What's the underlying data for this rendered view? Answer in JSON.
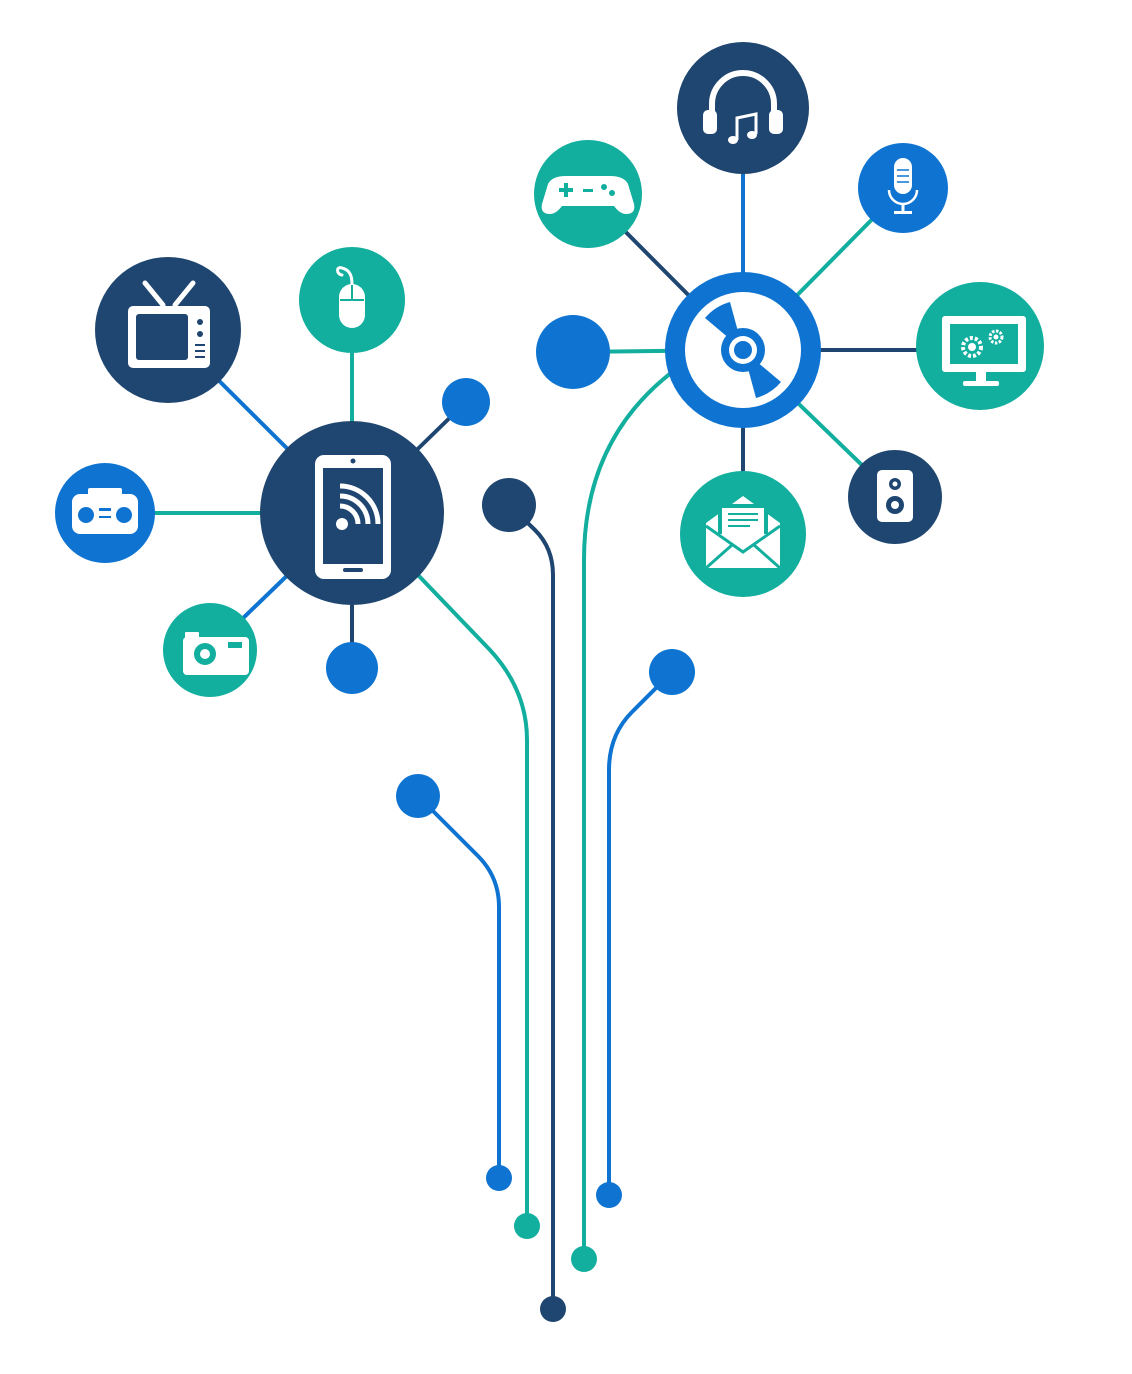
{
  "colors": {
    "navy": "#1f4670",
    "blue": "#0f74d1",
    "teal": "#12ae9e",
    "white": "#ffffff",
    "background": "#ffffff"
  },
  "hubs": [
    {
      "name": "mobile-hub",
      "icon": "smartphone-wireless-icon",
      "color": "navy"
    },
    {
      "name": "media-hub",
      "icon": "disc-icon",
      "color": "blue"
    }
  ],
  "mobile_hub_devices": [
    {
      "name": "tv",
      "icon": "tv-icon",
      "color": "navy"
    },
    {
      "name": "mouse",
      "icon": "mouse-icon",
      "color": "teal"
    },
    {
      "name": "radio",
      "icon": "radio-icon",
      "color": "blue"
    },
    {
      "name": "camera",
      "icon": "camera-icon",
      "color": "teal"
    },
    {
      "name": "dot-top-right",
      "icon": "",
      "color": "blue"
    },
    {
      "name": "dot-bottom",
      "icon": "",
      "color": "blue"
    }
  ],
  "media_hub_devices": [
    {
      "name": "headphones",
      "icon": "headphones-music-icon",
      "color": "navy"
    },
    {
      "name": "gamepad",
      "icon": "gamepad-icon",
      "color": "teal"
    },
    {
      "name": "microphone",
      "icon": "microphone-icon",
      "color": "blue"
    },
    {
      "name": "monitor-settings",
      "icon": "monitor-gears-icon",
      "color": "teal"
    },
    {
      "name": "speaker",
      "icon": "speaker-icon",
      "color": "navy"
    },
    {
      "name": "email",
      "icon": "open-envelope-icon",
      "color": "teal"
    },
    {
      "name": "dot-left",
      "icon": "",
      "color": "blue"
    }
  ],
  "trunk_lines": [
    {
      "name": "line-1",
      "color": "blue"
    },
    {
      "name": "line-2",
      "color": "teal"
    },
    {
      "name": "line-3",
      "color": "navy"
    },
    {
      "name": "line-4",
      "color": "teal"
    },
    {
      "name": "line-5",
      "color": "blue"
    }
  ]
}
